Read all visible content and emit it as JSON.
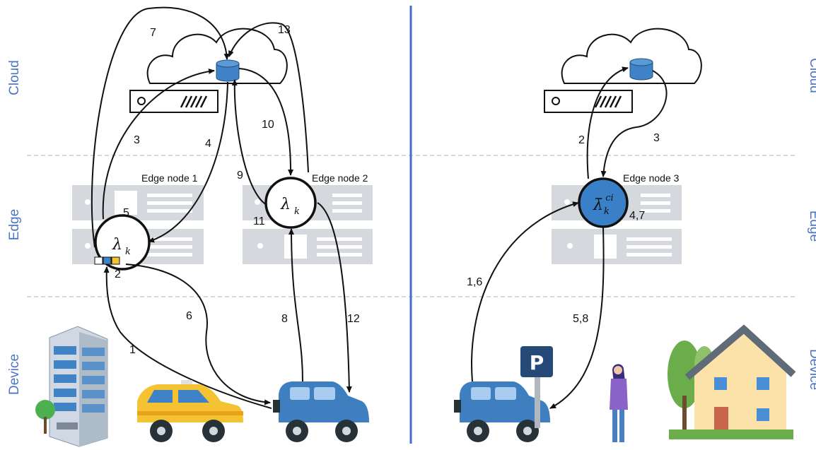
{
  "layers": {
    "cloud": "Cloud",
    "edge": "Edge",
    "device": "Device"
  },
  "edge_nodes": {
    "node1": "Edge node 1",
    "node2": "Edge node 2",
    "node3": "Edge node 3"
  },
  "model_symbols": {
    "local_symbol": "λ",
    "local_subscript": "k",
    "aggregated_symbol": "λ̄",
    "aggregated_subscript": "k",
    "aggregated_superscript": "ci"
  },
  "steps_left": {
    "s1": "1",
    "s2": "2",
    "s3": "3",
    "s4": "4",
    "s5": "5",
    "s6": "6",
    "s7": "7",
    "s8": "8",
    "s9": "9",
    "s10": "10",
    "s11": "11",
    "s12": "12",
    "s13": "13"
  },
  "steps_right": {
    "s16": "1,6",
    "s2": "2",
    "s3": "3",
    "s47": "4,7",
    "s58": "5,8"
  },
  "parking_sign": "P",
  "colors": {
    "layer_label": "#4a74c4",
    "divider": "#3f6fd0",
    "dashed_line": "#9fb4c8",
    "server_rack": "#d5d9dd",
    "db_blue": "#3f82c5",
    "car_blue": "#3f7fc0",
    "taxi_yellow": "#f5c331",
    "node3_fill": "#3a80c8"
  },
  "icons": {
    "cloud": "cloud-icon",
    "server": "server-icon",
    "database": "database-icon",
    "building": "office-building-icon",
    "taxi": "taxi-icon",
    "car": "car-icon",
    "parking": "parking-sign-icon",
    "person": "person-icon",
    "house": "house-icon"
  }
}
